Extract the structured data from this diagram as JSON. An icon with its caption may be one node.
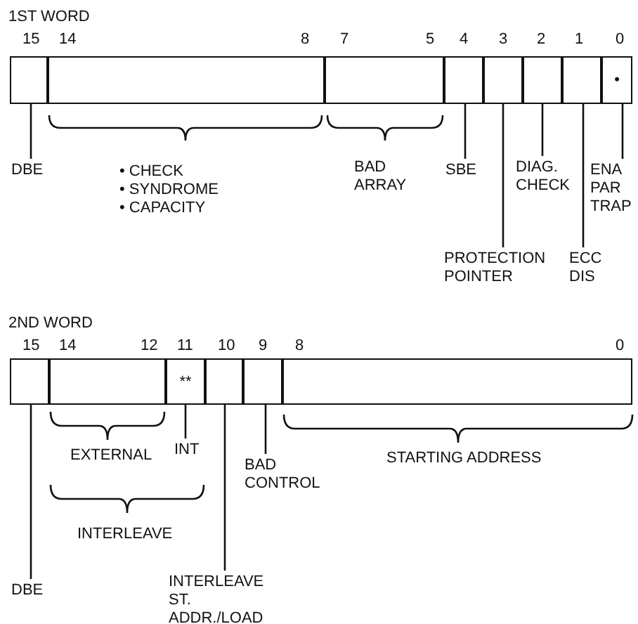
{
  "diagram": {
    "nodes": [
      {
        "text": [],
        "shape": "box"
      },
      {
        "text": [],
        "shape": "box"
      },
      {
        "text": [],
        "shape": "box"
      },
      {
        "text": [],
        "shape": "box"
      },
      {
        "text": [],
        "shape": "box"
      },
      {
        "text": [],
        "shape": "box"
      },
      {
        "text": [],
        "shape": "box"
      },
      {
        "text": [
          "•"
        ]
      },
      {
        "text": [
          "DBE"
        ]
      },
      {
        "text": [
          "SBE"
        ]
      },
      {
        "text": [
          "DIAG. CHECK"
        ]
      },
      {
        "text": [
          "ENA PAR TRAP"
        ]
      },
      {
        "text": [
          "PROTECTION POINTER"
        ]
      },
      {
        "text": [
          "ECC DIS"
        ]
      },
      {
        "text": [],
        "shape": "box"
      },
      {
        "text": [],
        "shape": "box"
      },
      {
        "text": [
          "**"
        ]
      },
      {
        "text": [],
        "shape": "box"
      },
      {
        "text": [],
        "shape": "box"
      },
      {
        "text": [],
        "shape": "box"
      },
      {
        "text": [
          "INT"
        ]
      },
      {
        "text": [
          "BAD CONTROL"
        ]
      },
      {
        "text": [
          "DBE"
        ]
      },
      {
        "text": [
          "INTERLEAVE ST. ADDR./LOAD"
        ]
      }
    ],
    "edges": [
      {
        "from": 8,
        "to": 0,
        "arrow": "none"
      },
      {
        "from": 9,
        "to": 3,
        "arrow": "none"
      },
      {
        "from": 10,
        "to": 5,
        "arrow": "none"
      },
      {
        "from": 11,
        "to": 7,
        "arrow": "none"
      },
      {
        "from": 12,
        "to": 4,
        "arrow": "none"
      },
      {
        "from": 13,
        "to": 6,
        "arrow": "none"
      },
      {
        "from": 20,
        "to": 16,
        "arrow": "none"
      },
      {
        "from": 21,
        "to": 18,
        "arrow": "none"
      },
      {
        "from": 22,
        "to": 14,
        "arrow": "none"
      },
      {
        "from": 23,
        "to": 17,
        "arrow": "none"
      }
    ],
    "labels": [
      "1ST WORD",
      "15",
      "14",
      "8",
      "7",
      "5",
      "4",
      "3",
      "2",
      "1",
      "0",
      "• CHECK",
      "• SYNDROME",
      "• CAPACITY",
      "BAD ARRAY",
      "2ND WORD",
      "15",
      "14",
      "12",
      "11",
      "10",
      "9",
      "8",
      "0",
      "EXTERNAL",
      "STARTING ADDRESS",
      "INTERLEAVE"
    ]
  }
}
